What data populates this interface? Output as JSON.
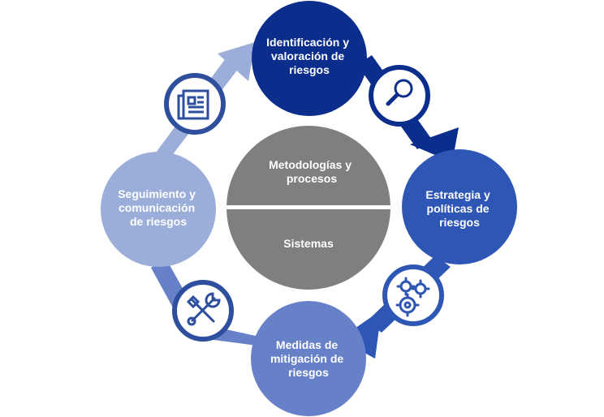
{
  "nodes": [
    {
      "id": "identificacion",
      "lines": [
        "Identificación y",
        "valoración de",
        "riesgos"
      ],
      "color": "#0b2d8c"
    },
    {
      "id": "estrategia",
      "lines": [
        "Estrategia y",
        "políticas de",
        "riesgos"
      ],
      "color": "#2e56b4"
    },
    {
      "id": "medidas",
      "lines": [
        "Medidas de",
        "mitigación de",
        "riesgos"
      ],
      "color": "#6681c8"
    },
    {
      "id": "seguimiento",
      "lines": [
        "Seguimiento y",
        "comunicación",
        "de riesgos"
      ],
      "color": "#9aaed9"
    }
  ],
  "center": {
    "top_lines": [
      "Metodologías y",
      "procesos"
    ],
    "bottom_lines": [
      "Sistemas"
    ],
    "color": "#7f7f7f"
  },
  "icons": [
    {
      "name": "magnifier-icon",
      "color": "#0b2d8c"
    },
    {
      "name": "gears-icon",
      "color": "#2e56b4"
    },
    {
      "name": "tools-icon",
      "color": "#2e4f9e"
    },
    {
      "name": "document-icon",
      "color": "#2e4f9e"
    }
  ],
  "arrow_colors": {
    "top_right": "#0b2d8c",
    "bottom_right": "#2e56b4",
    "bottom_left": "#6681c8",
    "top_left": "#9aaed9"
  }
}
